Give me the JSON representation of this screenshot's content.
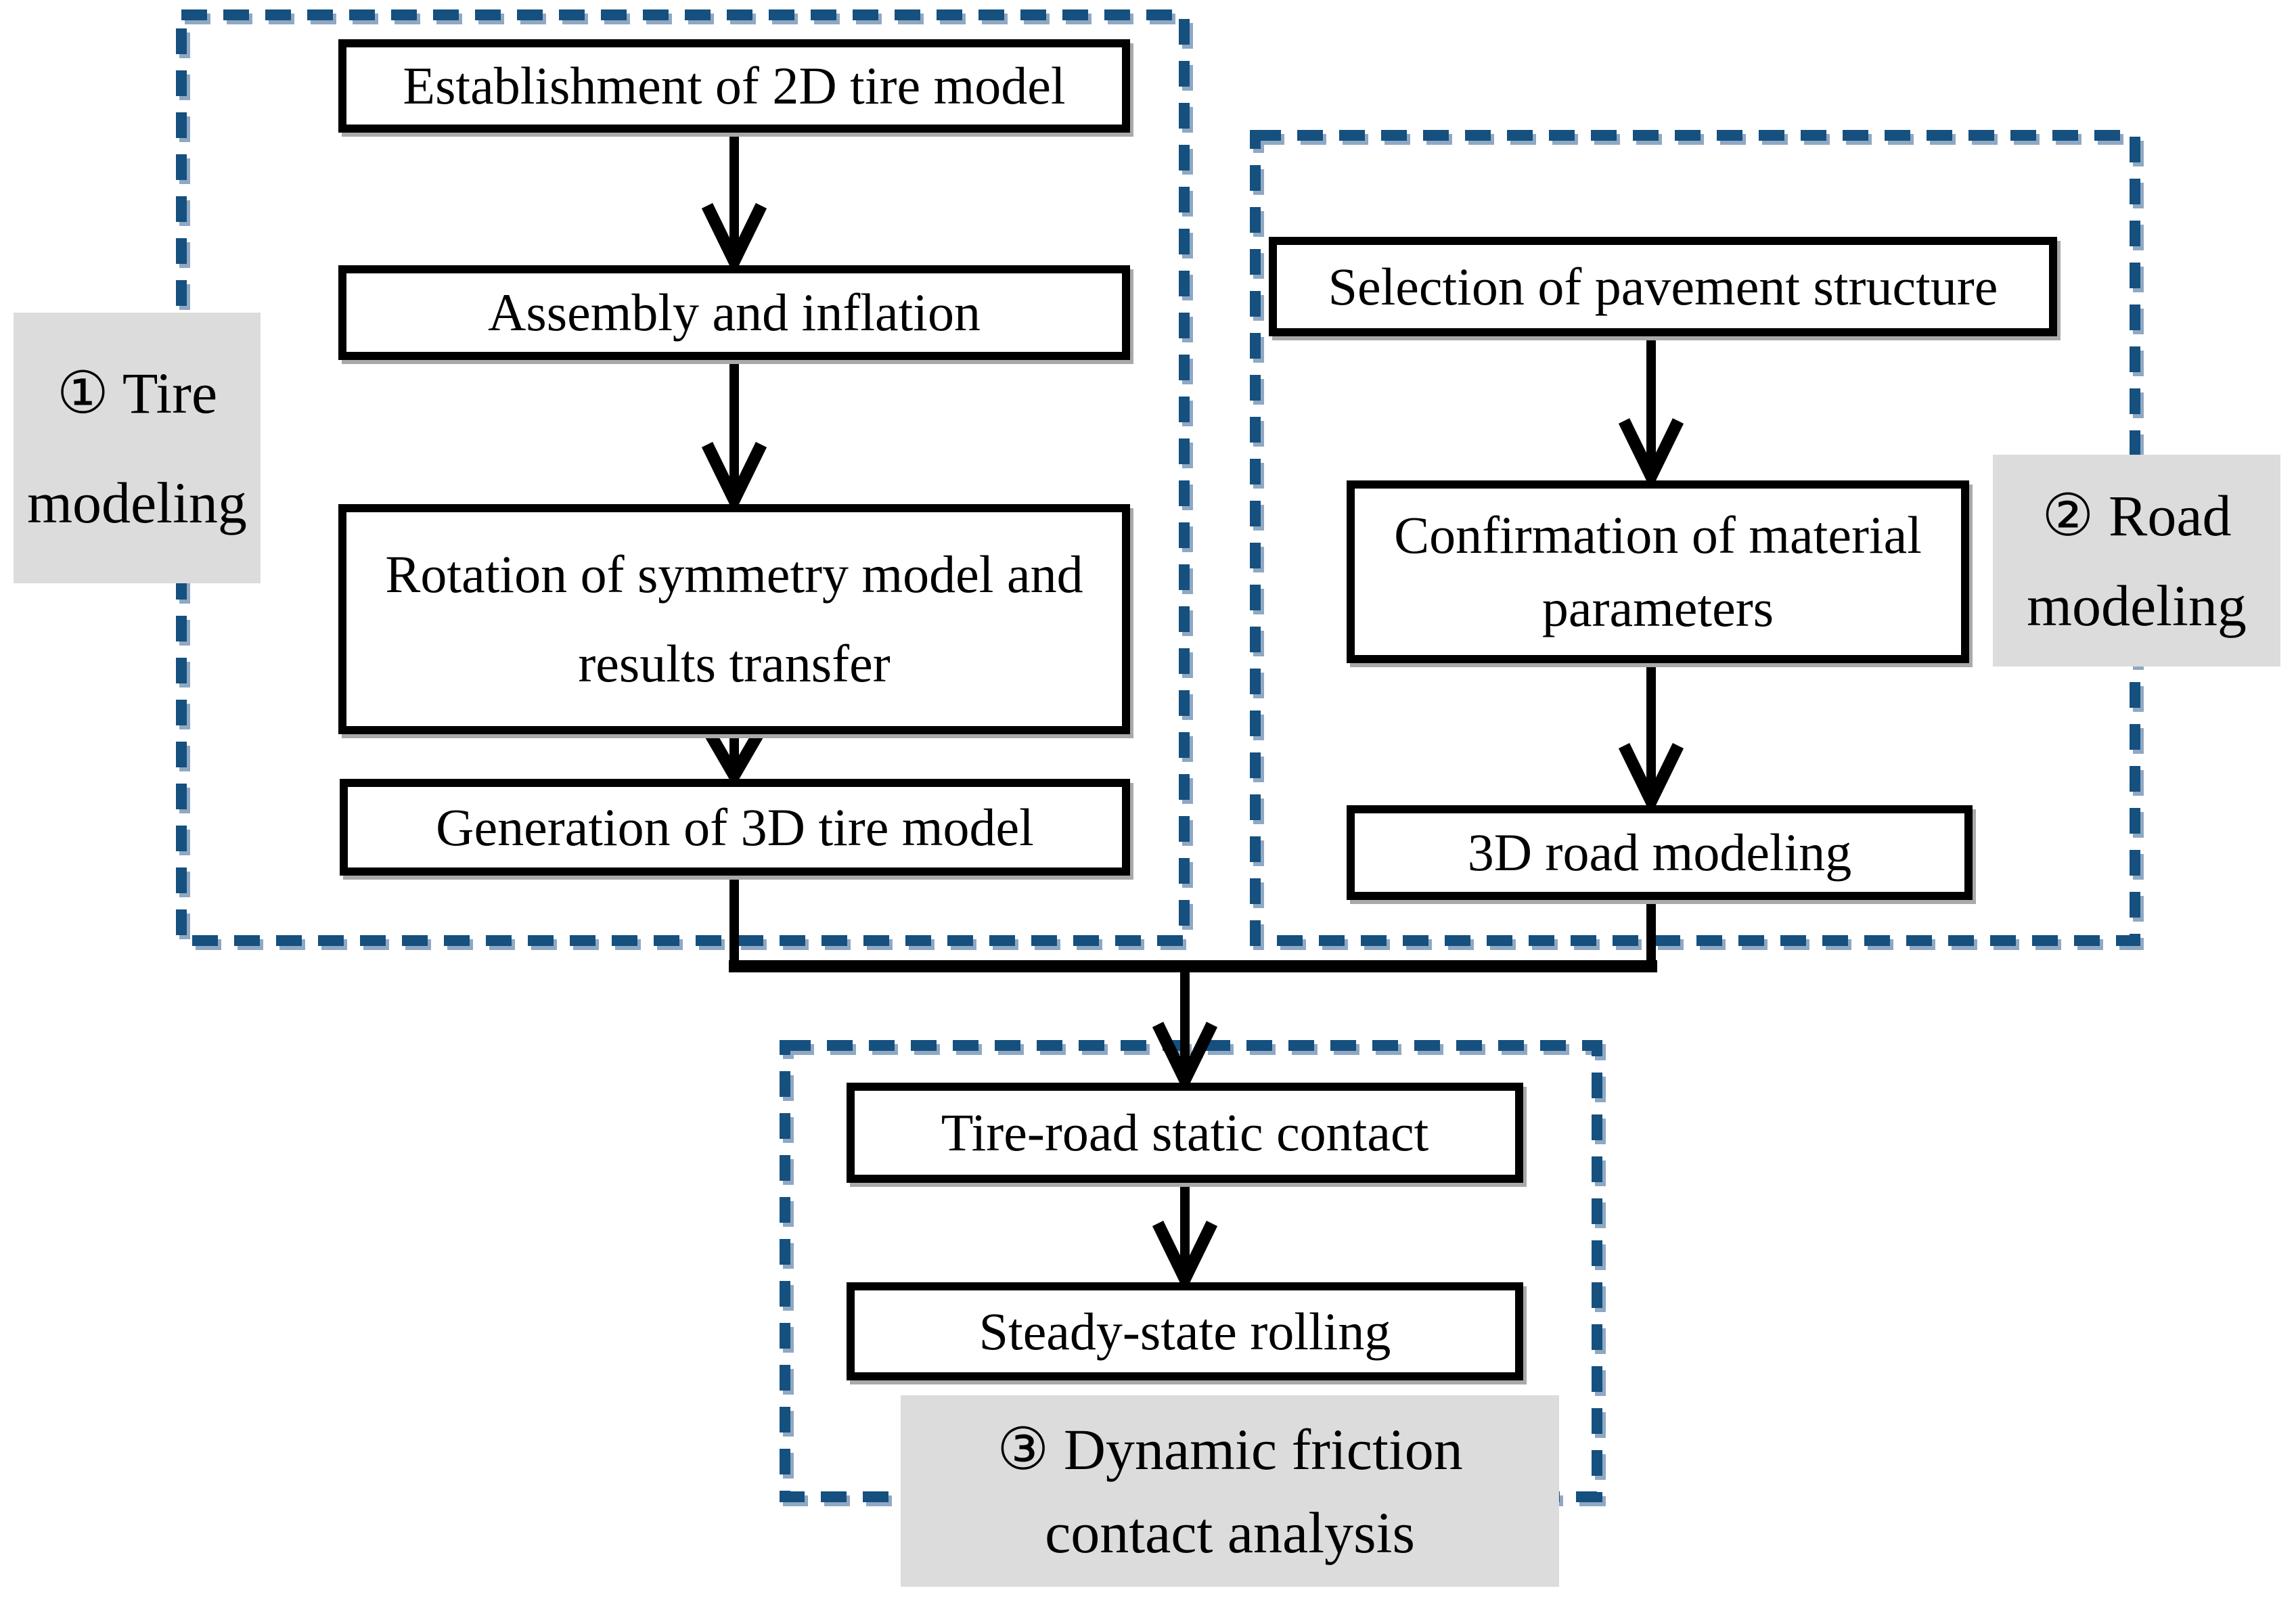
{
  "colors": {
    "section_border_blue": "#15507F",
    "section_border_shadow": "#8FA8C3",
    "label_background_gray": "#DCDCDC",
    "box_border_black": "#000000",
    "arrow_black": "#000000",
    "text_black": "#000000"
  },
  "diagram": {
    "sections": [
      {
        "id": "tire-modeling",
        "label": {
          "line1": "① Tire",
          "line2": "modeling"
        },
        "steps": [
          {
            "line1": "Establishment of 2D tire model",
            "line2": ""
          },
          {
            "line1": "Assembly and inflation",
            "line2": ""
          },
          {
            "line1": "Rotation of symmetry model and",
            "line2": "results transfer"
          },
          {
            "line1": "Generation of 3D tire model",
            "line2": ""
          }
        ]
      },
      {
        "id": "road-modeling",
        "label": {
          "line1": "② Road",
          "line2": "modeling"
        },
        "steps": [
          {
            "line1": "Selection of pavement structure",
            "line2": ""
          },
          {
            "line1": "Confirmation of material",
            "line2": "parameters"
          },
          {
            "line1": "3D road modeling",
            "line2": ""
          }
        ]
      },
      {
        "id": "dynamic-friction-contact-analysis",
        "label": {
          "line1": "③ Dynamic friction",
          "line2": "contact analysis"
        },
        "steps": [
          {
            "line1": "Tire-road static contact",
            "line2": ""
          },
          {
            "line1": "Steady-state rolling",
            "line2": ""
          }
        ]
      }
    ]
  }
}
